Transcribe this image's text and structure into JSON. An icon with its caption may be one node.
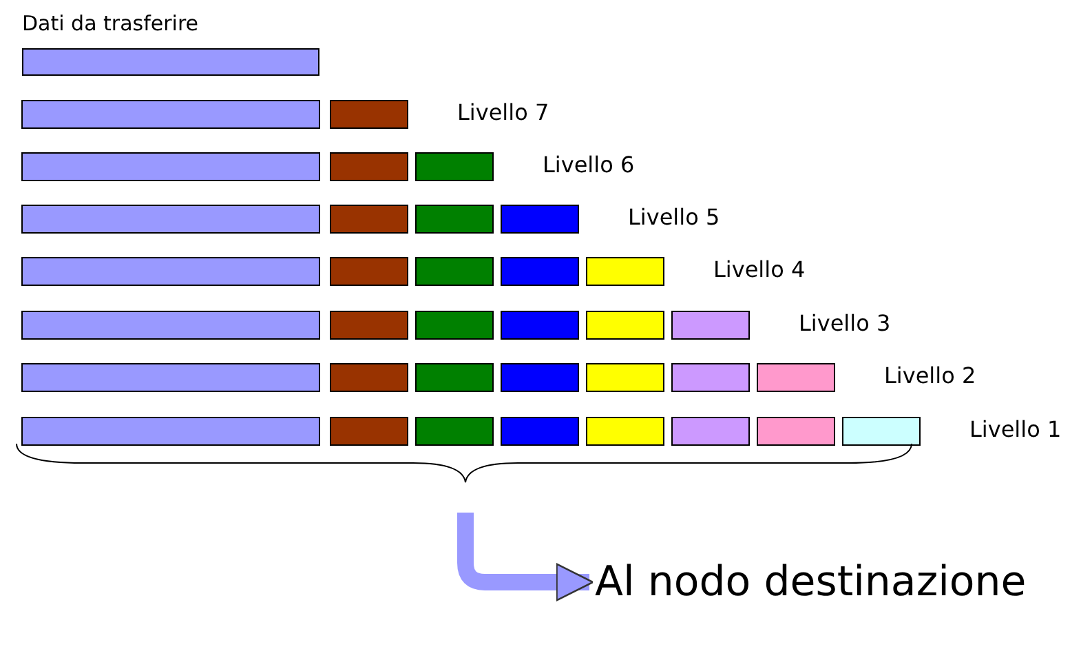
{
  "diagram": {
    "nodes": [
      {
        "text": [
          "Dati da trasferire"
        ]
      },
      {
        "text": [
          "Al nodo destinazione"
        ]
      }
    ],
    "edges": [
      {
        "from": null,
        "to": 1,
        "arrow": "to"
      }
    ],
    "labels": [
      "Livello 7",
      "Livello 6",
      "Livello 5",
      "Livello 4",
      "Livello 3",
      "Livello 2",
      "Livello 1"
    ]
  }
}
